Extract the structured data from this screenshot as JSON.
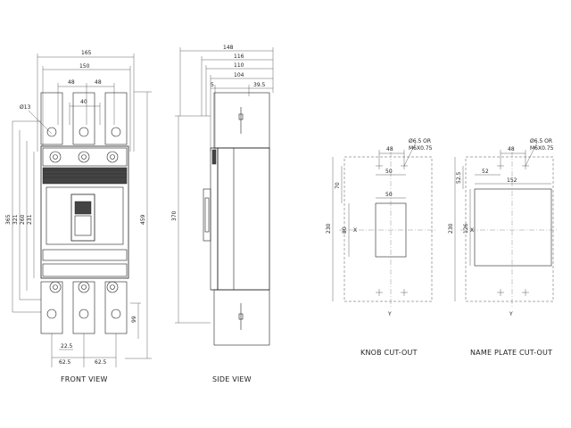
{
  "front_view": {
    "caption": "FRONT VIEW",
    "dims": {
      "w165": "165",
      "w150": "150",
      "w48a": "48",
      "w48b": "48",
      "w40": "40",
      "hole": "Ø13",
      "h365": "365",
      "h321": "321",
      "h260": "260",
      "h231": "231",
      "h459": "459",
      "h99": "99",
      "b22": "22.5",
      "b62a": "62.5",
      "b62b": "62.5"
    }
  },
  "side_view": {
    "caption": "SIDE VIEW",
    "dims": {
      "d148": "148",
      "d116": "116",
      "d110": "110",
      "d104": "104",
      "d5": "5",
      "d39": "39.5",
      "h370": "370"
    }
  },
  "knob_cutout": {
    "caption": "KNOB CUT-OUT",
    "dims": {
      "w48": "48",
      "hole": "Ø6.5 OR",
      "thread": "M6X0.75",
      "h70": "70",
      "w50": "50",
      "h80": "80",
      "w50b": "50",
      "h230": "230",
      "x": "X",
      "y": "Y"
    }
  },
  "nameplate_cutout": {
    "caption": "NAME PLATE CUT-OUT",
    "dims": {
      "w48": "48",
      "hole": "Ø6.5 OR",
      "thread": "M6X0.75",
      "h52": "52.5",
      "w52": "52",
      "w152": "152",
      "h126": "126",
      "h230": "230",
      "x": "X",
      "y": "Y"
    }
  }
}
